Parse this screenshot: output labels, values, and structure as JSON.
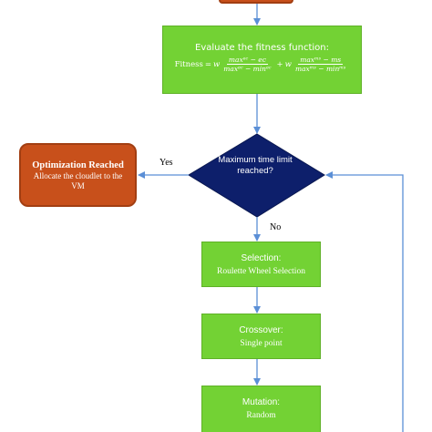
{
  "fitness": {
    "title": "Evaluate the fitness function:",
    "lhs": "Fitness",
    "eq": "=",
    "w1": "w",
    "num1": "maxᵉᶜ − ec",
    "den1": "maxᵉᶜ − minᵉᶜ",
    "plus": "+",
    "w2": "w",
    "num2": "maxᵐˢ − ms",
    "den2": "maxᵐˢ − minᵐˢ"
  },
  "optimization": {
    "title": "Optimization Reached",
    "subtitle": "Allocate the cloudlet to the VM"
  },
  "decision": {
    "label": "Maximum time limit reached?",
    "yes": "Yes",
    "no": "No"
  },
  "steps": [
    {
      "title": "Selection:",
      "subtitle": "Roulette Wheel Selection"
    },
    {
      "title": "Crossover:",
      "subtitle": "Single point"
    },
    {
      "title": "Mutation:",
      "subtitle": "Random"
    }
  ],
  "colors": {
    "process_green": "#73d234",
    "terminal_orange": "#c8501b",
    "decision_navy": "#0d1f6b",
    "connector_blue": "#5b8fd6"
  }
}
